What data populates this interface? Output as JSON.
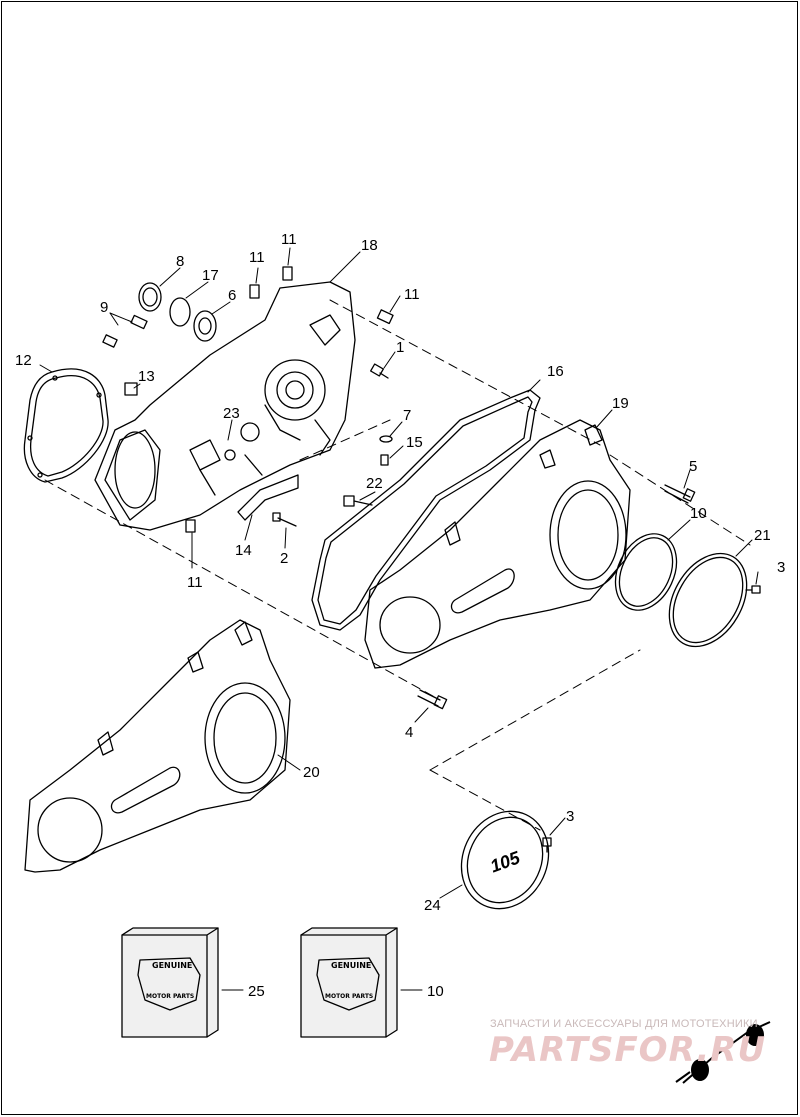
{
  "callouts": {
    "c1": "1",
    "c2": "2",
    "c3a": "3",
    "c3b": "3",
    "c4": "4",
    "c5": "5",
    "c6": "6",
    "c7": "7",
    "c8": "8",
    "c9": "9",
    "c10a": "10",
    "c10b": "10",
    "c11a": "11",
    "c11b": "11",
    "c11c": "11",
    "c11d": "11",
    "c12": "12",
    "c13": "13",
    "c14": "14",
    "c15": "15",
    "c16": "16",
    "c17": "17",
    "c18": "18",
    "c19": "19",
    "c20": "20",
    "c21": "21",
    "c22": "22",
    "c23": "23",
    "c24": "24",
    "c25": "25"
  },
  "derby_cover_text": "105",
  "kit_badge": {
    "top": "GENUINE",
    "bottom": "MOTOR PARTS"
  },
  "watermark": {
    "caption": "ЗАПЧАСТИ И АКСЕССУАРЫ ДЛЯ МОТОТЕХНИКИ",
    "brand": "PARTSFOR.RU"
  },
  "colors": {
    "line": "#000000",
    "watermark": "#e6b8b8",
    "kit_fill": "#f0f0f0"
  }
}
